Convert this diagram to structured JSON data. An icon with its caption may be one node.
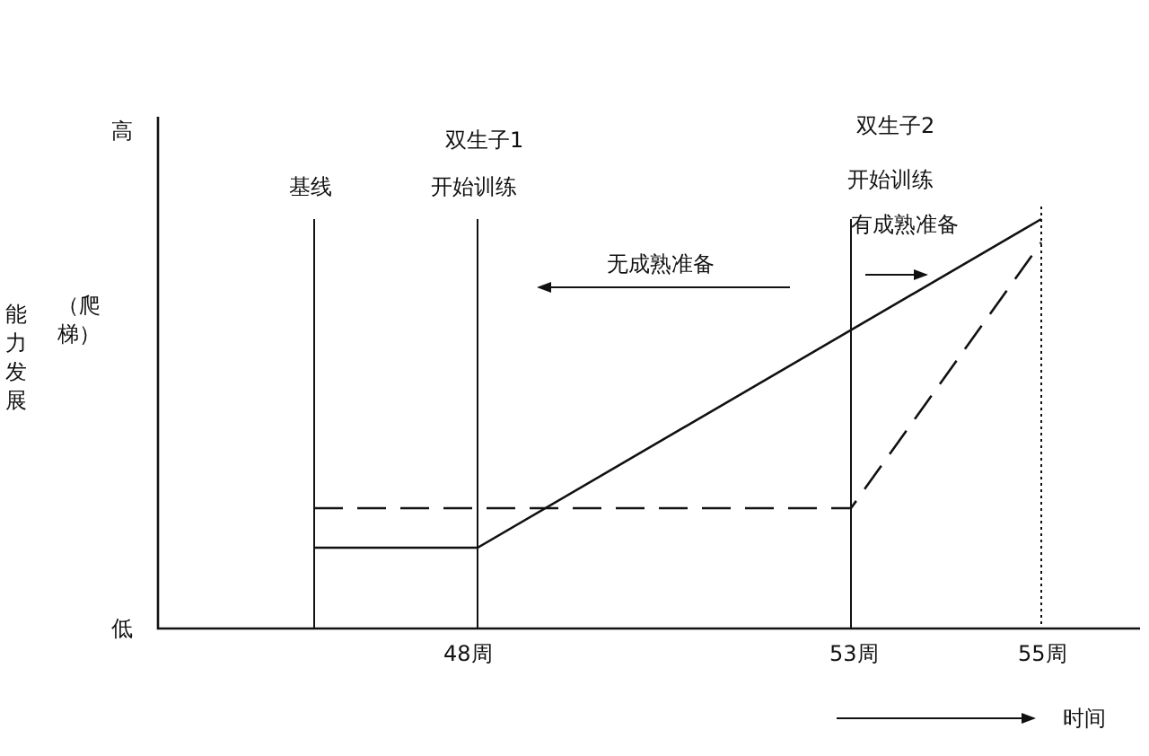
{
  "diagram": {
    "labels": [
      "高",
      "双生子1",
      "双生子2",
      "基线",
      "开始训练",
      "开始训练",
      "有成熟准备",
      "无成熟准备",
      "能力发展",
      "（爬梯）",
      "低",
      "48周",
      "53周",
      "55周",
      "时间"
    ]
  }
}
